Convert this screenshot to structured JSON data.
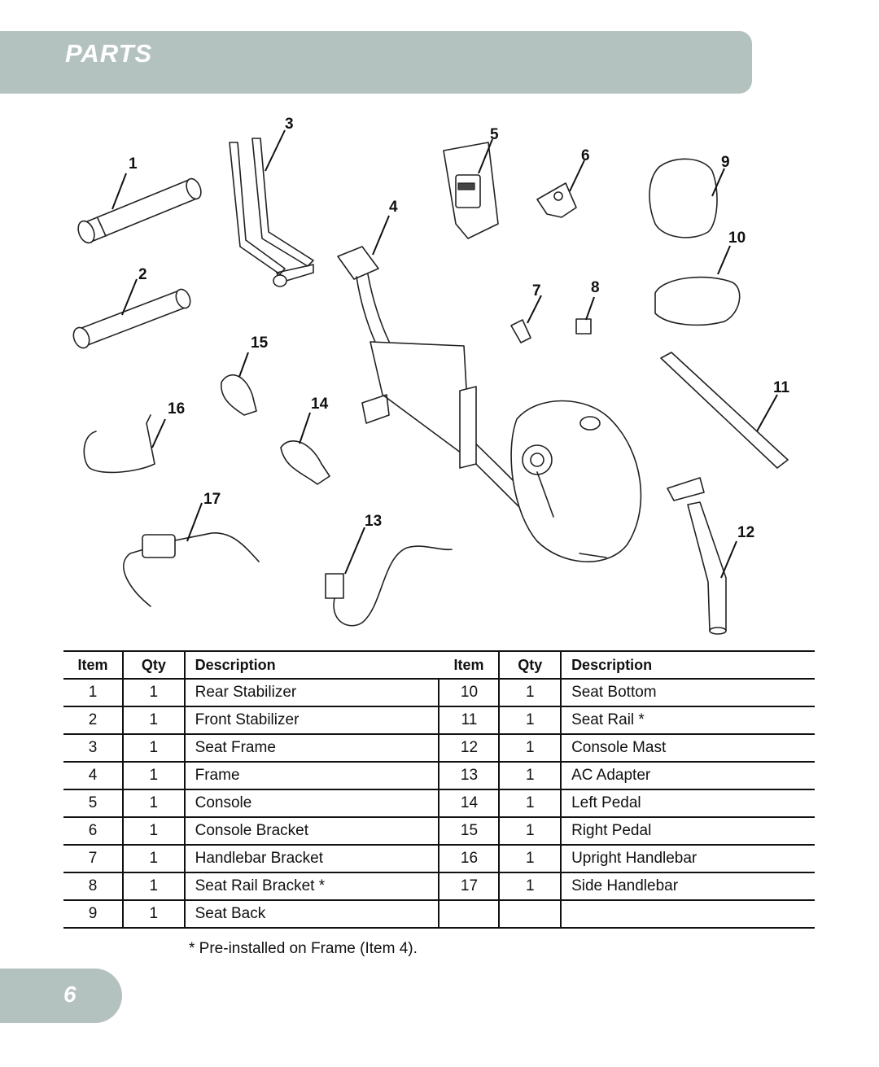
{
  "header": {
    "title": "PARTS"
  },
  "callouts": [
    "1",
    "2",
    "3",
    "4",
    "5",
    "6",
    "7",
    "8",
    "9",
    "10",
    "11",
    "12",
    "13",
    "14",
    "15",
    "16",
    "17"
  ],
  "table": {
    "headers": {
      "item": "Item",
      "qty": "Qty",
      "description": "Description"
    },
    "rows": [
      {
        "left": {
          "item": "1",
          "qty": "1",
          "description": "Rear Stabilizer"
        },
        "right": {
          "item": "10",
          "qty": "1",
          "description": "Seat Bottom"
        }
      },
      {
        "left": {
          "item": "2",
          "qty": "1",
          "description": "Front Stabilizer"
        },
        "right": {
          "item": "11",
          "qty": "1",
          "description": "Seat Rail *"
        }
      },
      {
        "left": {
          "item": "3",
          "qty": "1",
          "description": "Seat Frame"
        },
        "right": {
          "item": "12",
          "qty": "1",
          "description": "Console Mast"
        }
      },
      {
        "left": {
          "item": "4",
          "qty": "1",
          "description": "Frame"
        },
        "right": {
          "item": "13",
          "qty": "1",
          "description": "AC Adapter"
        }
      },
      {
        "left": {
          "item": "5",
          "qty": "1",
          "description": "Console"
        },
        "right": {
          "item": "14",
          "qty": "1",
          "description": "Left Pedal"
        }
      },
      {
        "left": {
          "item": "6",
          "qty": "1",
          "description": "Console Bracket"
        },
        "right": {
          "item": "15",
          "qty": "1",
          "description": "Right Pedal"
        }
      },
      {
        "left": {
          "item": "7",
          "qty": "1",
          "description": "Handlebar Bracket"
        },
        "right": {
          "item": "16",
          "qty": "1",
          "description": "Upright Handlebar"
        }
      },
      {
        "left": {
          "item": "8",
          "qty": "1",
          "description": "Seat Rail Bracket *"
        },
        "right": {
          "item": "17",
          "qty": "1",
          "description": "Side Handlebar"
        }
      },
      {
        "left": {
          "item": "9",
          "qty": "1",
          "description": "Seat Back"
        },
        "right": {
          "item": "",
          "qty": "",
          "description": ""
        }
      }
    ]
  },
  "footnote": "* Pre-installed on Frame (Item 4).",
  "page_number": "6",
  "colors": {
    "band": "#b4c2bf",
    "text": "#111111"
  }
}
